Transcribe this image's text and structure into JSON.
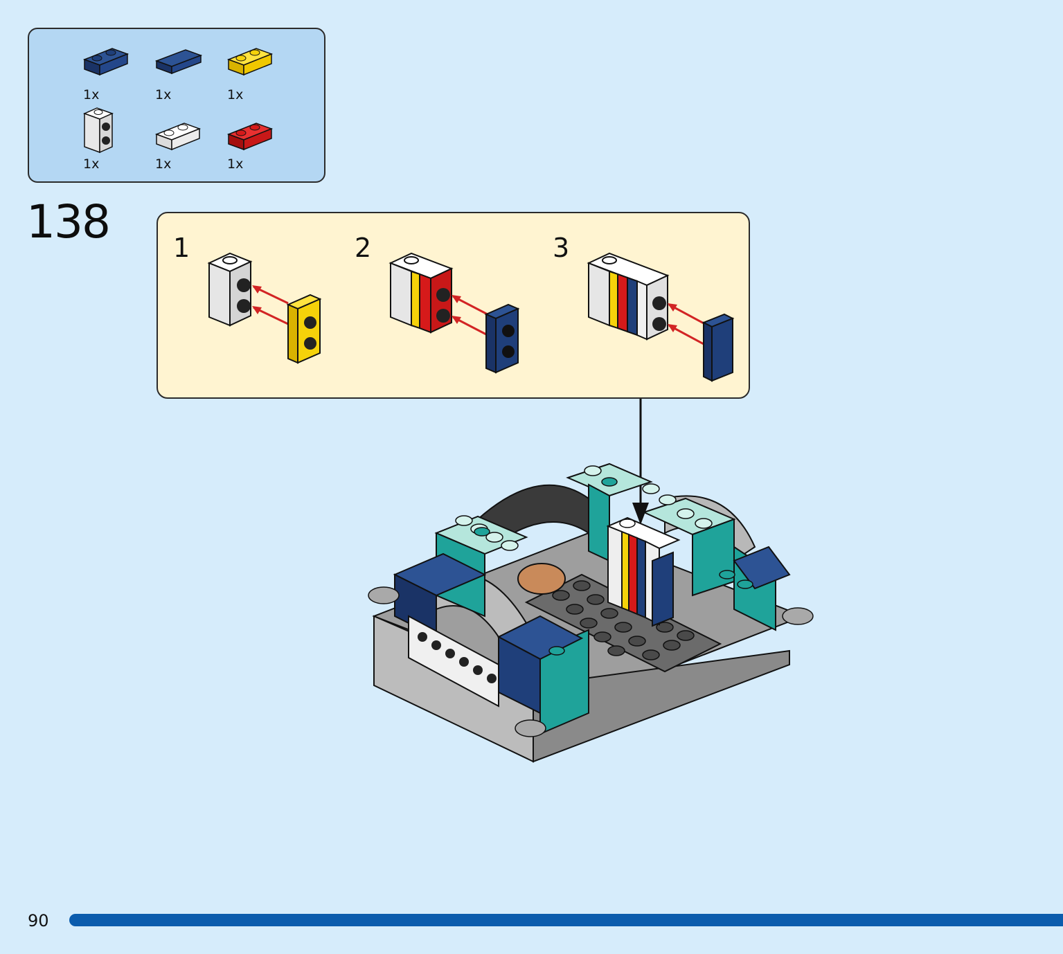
{
  "parts_list": {
    "items": [
      {
        "qty": "1x",
        "icon": "dark-blue-plate-1x2-icon",
        "color": "#1f3f7a"
      },
      {
        "qty": "1x",
        "icon": "dark-blue-tile-1x2-icon",
        "color": "#1f3f7a"
      },
      {
        "qty": "1x",
        "icon": "yellow-plate-1x2-icon",
        "color": "#f5d20a"
      },
      {
        "qty": "1x",
        "icon": "white-brick-studs-on-side-icon",
        "color": "#f2f2f2"
      },
      {
        "qty": "1x",
        "icon": "white-plate-1x2-icon",
        "color": "#f2f2f2"
      },
      {
        "qty": "1x",
        "icon": "red-plate-1x2-icon",
        "color": "#d61a1a"
      }
    ]
  },
  "step": {
    "number": "138"
  },
  "callout": {
    "substeps": [
      {
        "number": "1"
      },
      {
        "number": "2"
      },
      {
        "number": "3"
      }
    ]
  },
  "footer": {
    "page_number": "90",
    "progress": 1.0,
    "progress_color": "#0b5cad"
  },
  "colors": {
    "background": "#d6ecfb",
    "parts_box": "#b4d7f3",
    "callout": "#fff4d1",
    "arrow_red": "#d22424"
  }
}
